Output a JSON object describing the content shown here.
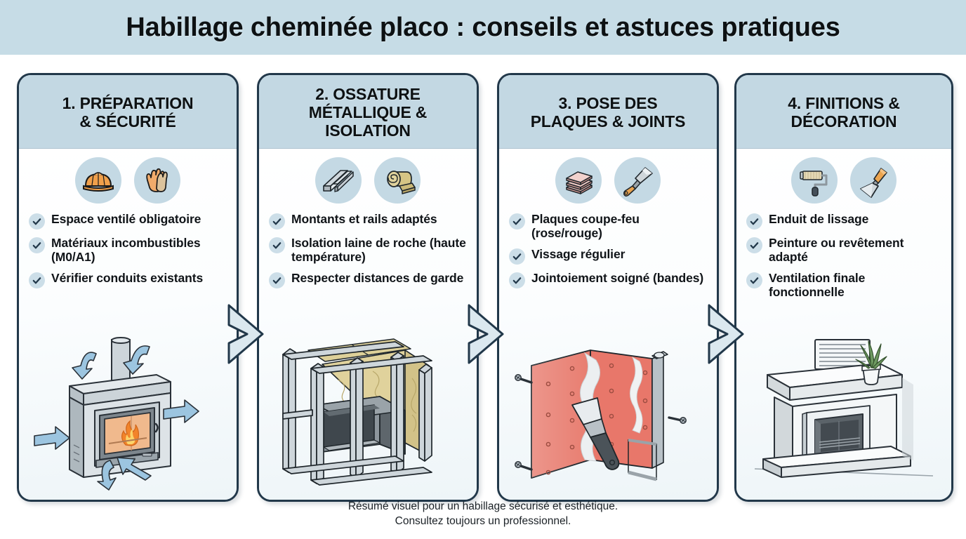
{
  "title": "Habillage cheminée placo : conseils et astuces pratiques",
  "colors": {
    "title_band": "#c6dce6",
    "card_header": "#c3d8e3",
    "card_border": "#22384a",
    "icon_circle": "#c4d9e4",
    "check_circle": "#ccdee8",
    "check_mark": "#22384a",
    "accent_orange": "#f0a04b",
    "accent_pink": "#e8a39c",
    "accent_red_board": "#e8776a",
    "insulation_tan": "#d9c98a",
    "metal_gray": "#b9c3c9",
    "arrow_blue": "#9cc5e0",
    "flame_orange": "#f2842a",
    "plant_green": "#6f9b62"
  },
  "steps": [
    {
      "id": "step-1",
      "header": "1. PRÉPARATION\n& SÉCURITÉ",
      "header_lines": [
        "1. PRÉPARATION",
        "& SÉCURITÉ"
      ],
      "icons": [
        "hard-hat-icon",
        "work-gloves-icon"
      ],
      "bullets": [
        "Espace ventilé obligatoire",
        "Matériaux incombustibles (M0/A1)",
        "Vérifier conduits existants"
      ],
      "illustration": "wood-stove-with-airflow-arrows-illustration"
    },
    {
      "id": "step-2",
      "header": "2. OSSATURE MÉTALLIQUE & ISOLATION",
      "header_lines": [
        "2. OSSATURE",
        "MÉTALLIQUE &",
        "ISOLATION"
      ],
      "icons": [
        "metal-rails-icon",
        "insulation-roll-icon"
      ],
      "bullets": [
        "Montants et rails adaptés",
        "Isolation laine de roche (haute température)",
        "Respecter distances de garde"
      ],
      "illustration": "metal-frame-with-insulation-illustration"
    },
    {
      "id": "step-3",
      "header": "3. POSE DES PLAQUES & JOINTS",
      "header_lines": [
        "3. POSE DES",
        "PLAQUES & JOINTS"
      ],
      "icons": [
        "plasterboard-stack-icon",
        "spatula-icon"
      ],
      "bullets": [
        "Plaques coupe-feu (rose/rouge)",
        "Vissage régulier",
        "Jointoiement soigné (bandes)"
      ],
      "illustration": "fire-rated-boards-jointing-illustration"
    },
    {
      "id": "step-4",
      "header": "4. FINITIONS & DÉCORATION",
      "header_lines": [
        "4. FINITIONS &",
        "DÉCORATION"
      ],
      "icons": [
        "paint-roller-icon",
        "trowel-icon"
      ],
      "bullets": [
        "Enduit de lissage",
        "Peinture ou revêtement adapté",
        "Ventilation finale fonctionnelle"
      ],
      "illustration": "finished-fireplace-with-vent-illustration"
    }
  ],
  "footer": {
    "line1": "Résumé visuel pour un habillage sécurisé et esthétique.",
    "line2": "Consultez toujours un professionnel."
  }
}
